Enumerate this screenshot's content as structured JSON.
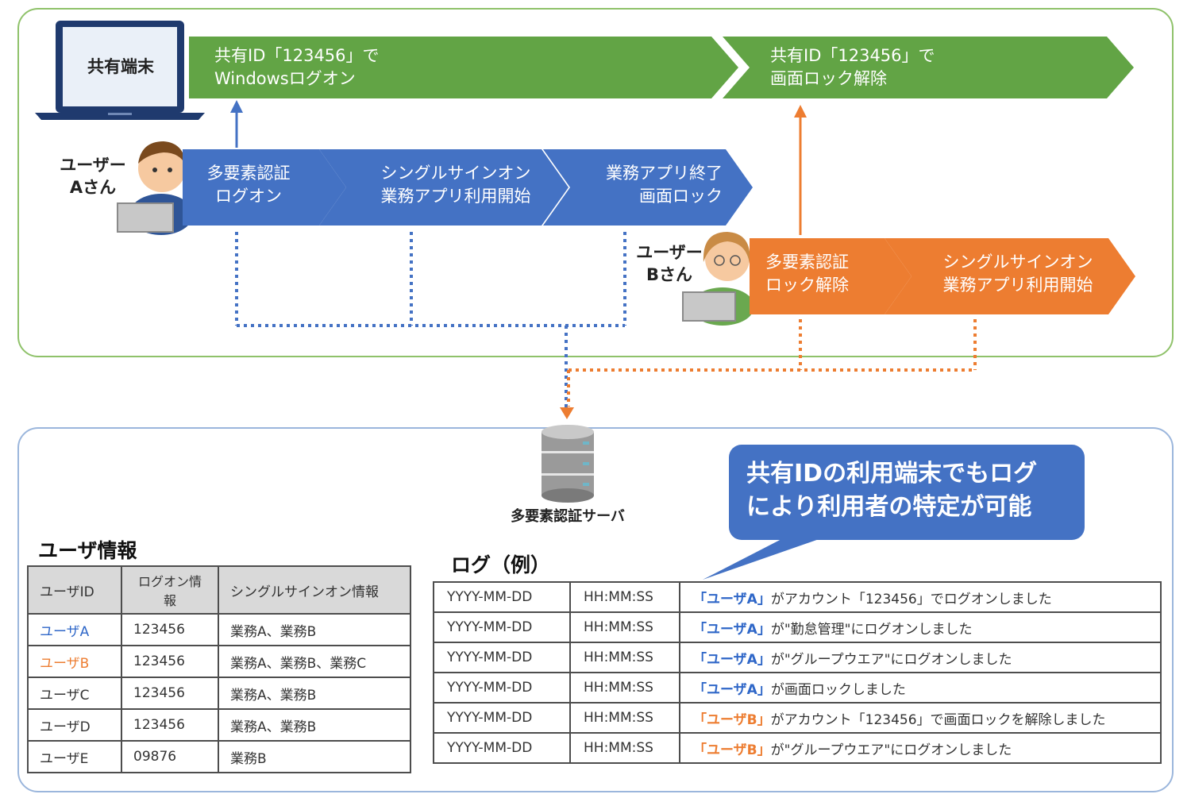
{
  "terminal": {
    "label": "共有端末"
  },
  "green_flow": [
    {
      "line1": "共有ID「123456」で",
      "line2": "Windowsログオン"
    },
    {
      "line1": "共有ID「123456」で",
      "line2": "画面ロック解除"
    }
  ],
  "user_a": {
    "label_line1": "ユーザー",
    "label_line2": "Aさん",
    "steps": [
      {
        "line1": "多要素認証",
        "line2": "ログオン"
      },
      {
        "line1": "シングルサインオン",
        "line2": "業務アプリ利用開始"
      },
      {
        "line1": "業務アプリ終了",
        "line2": "画面ロック"
      }
    ]
  },
  "user_b": {
    "label_line1": "ユーザー",
    "label_line2": "Bさん",
    "steps": [
      {
        "line1": "多要素認証",
        "line2": "ロック解除"
      },
      {
        "line1": "シングルサインオン",
        "line2": "業務アプリ利用開始"
      }
    ]
  },
  "server": {
    "label": "多要素認証サーバ"
  },
  "callout": {
    "line1": "共有IDの利用端末でもログ",
    "line2": "により利用者の特定が可能"
  },
  "user_info": {
    "title": "ユーザ情報",
    "headers": [
      "ユーザID",
      "ログオン情報",
      "シングルサインオン情報"
    ],
    "rows": [
      [
        "ユーザA",
        "123456",
        "業務A、業務B"
      ],
      [
        "ユーザB",
        "123456",
        "業務A、業務B、業務C"
      ],
      [
        "ユーザC",
        "123456",
        "業務A、業務B"
      ],
      [
        "ユーザD",
        "123456",
        "業務A、業務B"
      ],
      [
        "ユーザE",
        "09876",
        "業務B"
      ]
    ]
  },
  "log": {
    "title": "ログ（例）",
    "rows": [
      {
        "date": "YYYY-MM-DD",
        "time": "HH:MM:SS",
        "user": "「ユーザA」",
        "msg": "がアカウント「123456」でログオンしました"
      },
      {
        "date": "YYYY-MM-DD",
        "time": "HH:MM:SS",
        "user": "「ユーザA」",
        "msg": "が\"勤怠管理\"にログオンしました"
      },
      {
        "date": "YYYY-MM-DD",
        "time": "HH:MM:SS",
        "user": "「ユーザA」",
        "msg": "が\"グループウエア\"にログオンしました"
      },
      {
        "date": "YYYY-MM-DD",
        "time": "HH:MM:SS",
        "user": "「ユーザA」",
        "msg": "が画面ロックしました"
      },
      {
        "date": "YYYY-MM-DD",
        "time": "HH:MM:SS",
        "user": "「ユーザB」",
        "msg": "がアカウント「123456」で画面ロックを解除しました"
      },
      {
        "date": "YYYY-MM-DD",
        "time": "HH:MM:SS",
        "user": "「ユーザB」",
        "msg": "が\"グループウエア\"にログオンしました"
      }
    ]
  },
  "colors": {
    "green": "#62a445",
    "blue": "#4472c4",
    "orange": "#ed7d31",
    "panel_top_border": "#8fc26a",
    "panel_bottom_border": "#9bb6dc"
  }
}
